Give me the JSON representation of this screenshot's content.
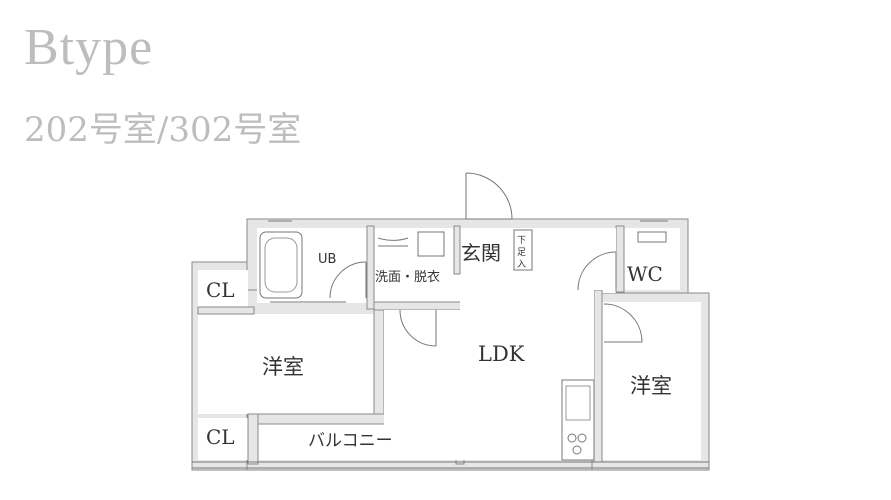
{
  "header": {
    "title": "Btype",
    "subtitle": "202号室/302号室"
  },
  "plan": {
    "rooms": {
      "ub": "UB",
      "washroom": "洗面・脱衣",
      "entrance": "玄関",
      "shoe_storage": [
        "下",
        "足",
        "入"
      ],
      "wc": "WC",
      "cl_top": "CL",
      "cl_bottom": "CL",
      "western_left": "洋室",
      "ldk": "LDK",
      "western_right": "洋室",
      "balcony": "バルコニー"
    }
  }
}
